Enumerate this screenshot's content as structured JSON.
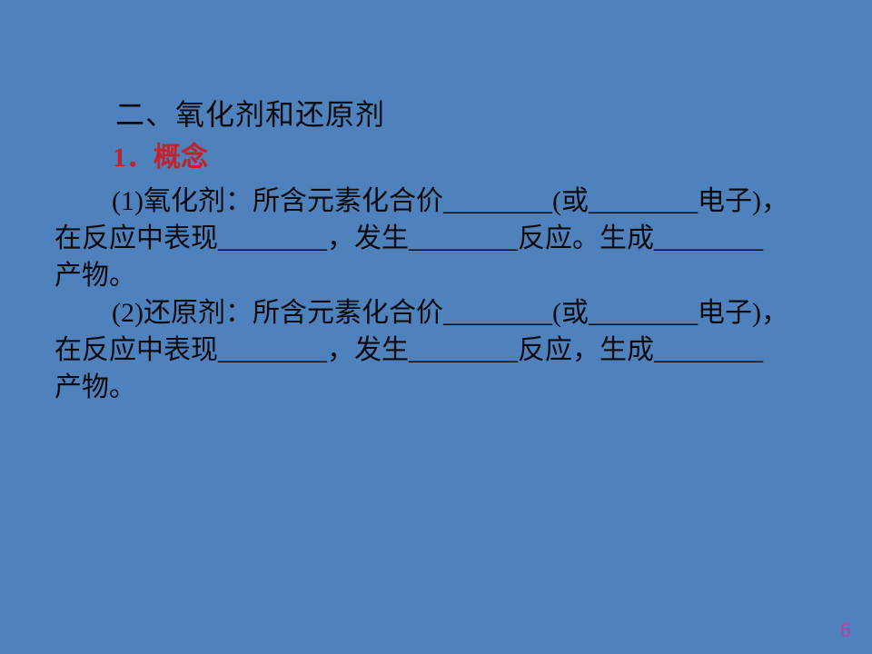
{
  "slide": {
    "background_color": "#4f81bd",
    "title": "二、氧化剂和还原剂",
    "section_heading": "1．概念",
    "section_heading_color": "#c2222a",
    "body_lines": [
      "(1)氧化剂：所含元素化合价________(或________电子)，",
      "在反应中表现________，发生________反应。生成________",
      "产物。",
      "(2)还原剂：所含元素化合价________(或________电子)，",
      "在反应中表现________，发生________反应，生成________",
      "产物。"
    ],
    "page_number": "6",
    "page_number_color": "#c73aa0"
  }
}
